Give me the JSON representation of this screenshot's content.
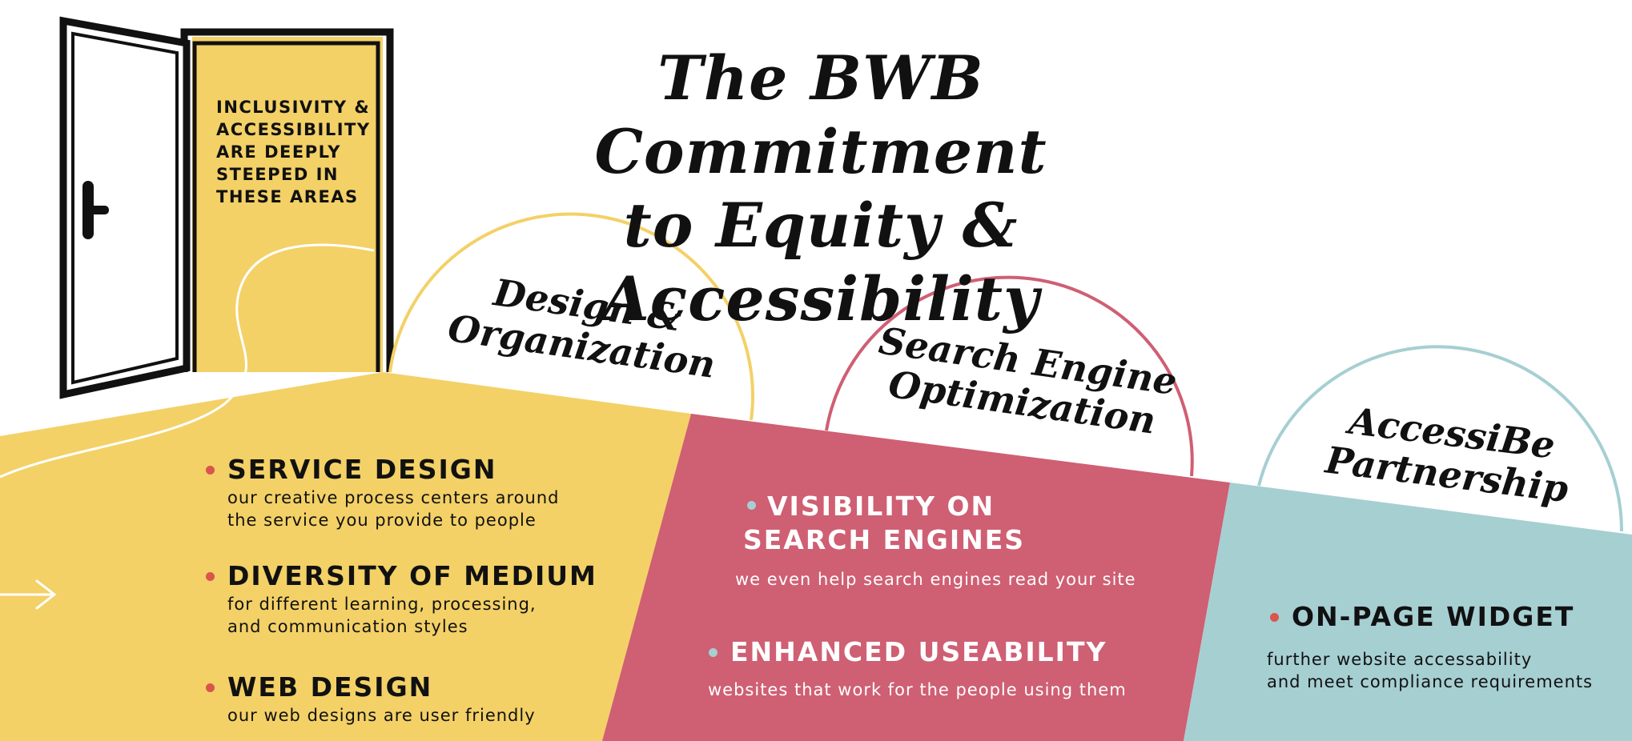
{
  "title": {
    "line1": "The BWB Commitment",
    "line2": "to Equity & Accessibility"
  },
  "door_note": "INCLUSIVITY & ACCESSIBILITY ARE DEEPLY STEEPED IN THESE AREAS",
  "colors": {
    "yellow": "#f3d167",
    "pink": "#cf5f73",
    "teal": "#a6cfd2",
    "ink": "#111111",
    "dot_red": "#d9554d",
    "dot_teal": "#a6cfd2",
    "white": "#ffffff"
  },
  "sections": [
    {
      "title_lines": [
        "Design &",
        "Organization"
      ],
      "items": [
        {
          "heading": "SERVICE DESIGN",
          "description": [
            "our creative process centers around",
            "the service you provide to people"
          ]
        },
        {
          "heading": "DIVERSITY OF MEDIUM",
          "description": [
            "for different learning, processing,",
            "and communication styles"
          ]
        },
        {
          "heading": "WEB DESIGN",
          "description": [
            "our web designs are user friendly"
          ]
        }
      ]
    },
    {
      "title_lines": [
        "Search Engine",
        "Optimization"
      ],
      "items": [
        {
          "heading_lines": [
            "VISIBILITY ON",
            "SEARCH ENGINES"
          ],
          "description": [
            "we even help search engines read your site"
          ]
        },
        {
          "heading": "ENHANCED USEABILITY",
          "description": [
            "websites that work for the people using them"
          ]
        }
      ]
    },
    {
      "title_lines": [
        "AccessiBe",
        "Partnership"
      ],
      "items": [
        {
          "heading": "ON-PAGE WIDGET",
          "description": [
            "further website accessability",
            "and meet compliance requirements"
          ]
        }
      ]
    }
  ]
}
